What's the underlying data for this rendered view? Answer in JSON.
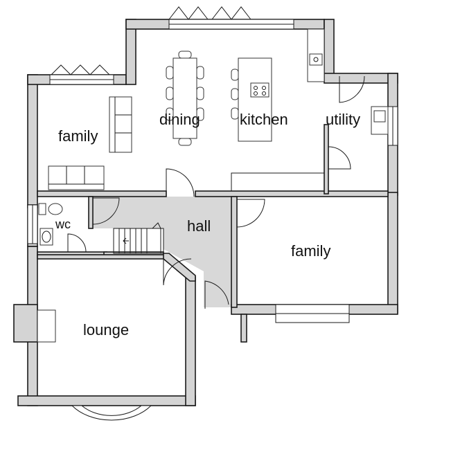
{
  "rooms": {
    "family_left": "family",
    "dining": "dining",
    "kitchen": "kitchen",
    "utility": "utility",
    "wc": "wc",
    "hall": "hall",
    "family_right": "family",
    "lounge": "lounge"
  },
  "colors": {
    "wall_fill": "#d4d4d4",
    "hall_floor": "#d8d8d8",
    "line": "#1a1a1a"
  }
}
